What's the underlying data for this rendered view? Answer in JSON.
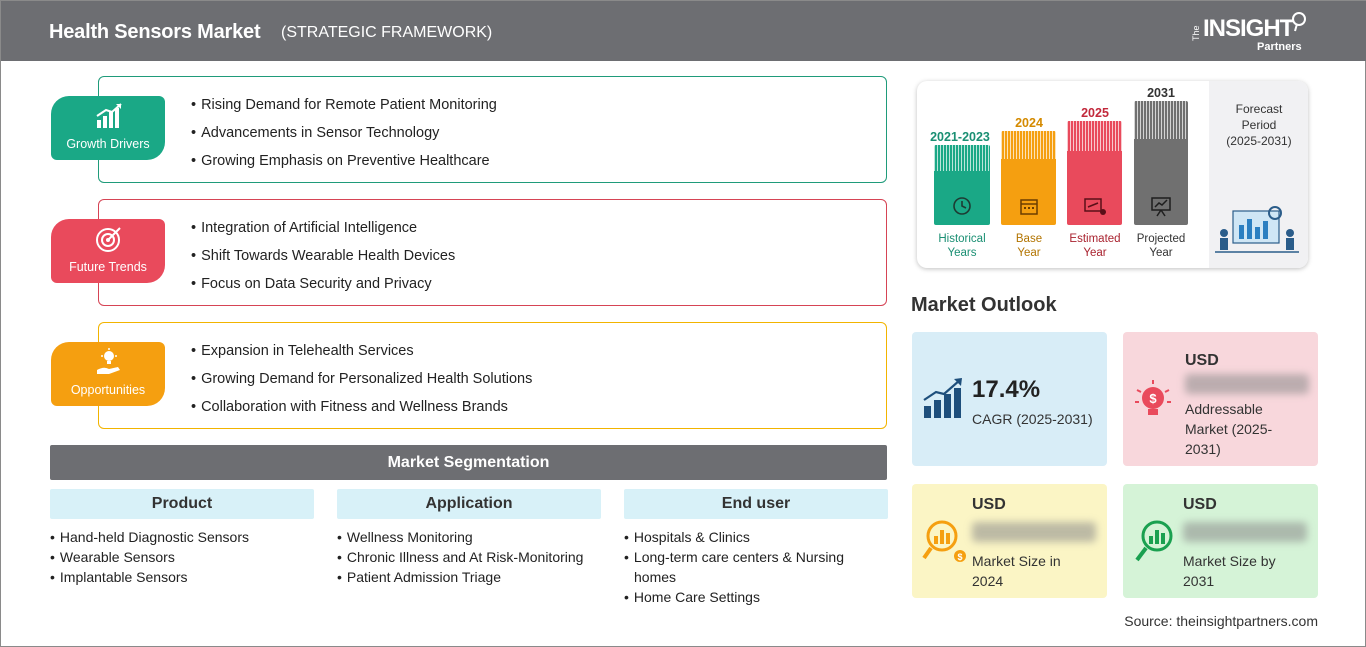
{
  "header": {
    "title": "Health Sensors Market",
    "subtitle": "(STRATEGIC FRAMEWORK)",
    "logo_the": "The",
    "logo_insight": "INSIGHT",
    "logo_partners": "Partners"
  },
  "framework": {
    "growth_drivers": {
      "label": "Growth Drivers",
      "color": "#1aa886",
      "icon": "growth-chart-icon",
      "items": [
        "Rising Demand for Remote Patient Monitoring",
        "Advancements in Sensor Technology",
        "Growing Emphasis on Preventive Healthcare"
      ]
    },
    "future_trends": {
      "label": "Future Trends",
      "color": "#e94a5c",
      "icon": "target-icon",
      "items": [
        "Integration of Artificial Intelligence",
        "Shift Towards Wearable Health Devices",
        "Focus on Data Security and Privacy"
      ]
    },
    "opportunities": {
      "label": "Opportunities",
      "color": "#f59f10",
      "icon": "lightbulb-hand-icon",
      "items": [
        "Expansion in Telehealth Services",
        "Growing Demand for Personalized Health Solutions",
        "Collaboration with Fitness and Wellness Brands"
      ]
    }
  },
  "segmentation": {
    "title": "Market Segmentation",
    "product": {
      "head": "Product",
      "items": [
        "Hand-held Diagnostic Sensors",
        "Wearable Sensors",
        "Implantable Sensors"
      ]
    },
    "application": {
      "head": "Application",
      "items": [
        "Wellness Monitoring",
        "Chronic Illness and At Risk-Monitoring",
        "Patient Admission Triage"
      ]
    },
    "end_user": {
      "head": "End user",
      "items": [
        "Hospitals & Clinics",
        "Long-term care centers & Nursing homes",
        "Home Care Settings"
      ]
    }
  },
  "timeline": {
    "historical": {
      "year": "2021-2023",
      "label1": "Historical",
      "label2": "Years",
      "color": "#1aa886"
    },
    "base": {
      "year": "2024",
      "label1": "Base",
      "label2": "Year",
      "color": "#f59f10"
    },
    "estimated": {
      "year": "2025",
      "label1": "Estimated",
      "label2": "Year",
      "color": "#e94a5c"
    },
    "projected": {
      "year": "2031",
      "label1": "Projected",
      "label2": "Year",
      "color": "#707070"
    },
    "forecast": {
      "line1": "Forecast",
      "line2": "Period",
      "line3": "(2025-2031)"
    }
  },
  "outlook": {
    "title": "Market Outlook",
    "cagr": {
      "value": "17.4%",
      "label": "CAGR (2025-2031)"
    },
    "addressable": {
      "currency": "USD",
      "label_l1": "Addressable",
      "label_l2": "Market (2025-",
      "label_l3": "2031)"
    },
    "size_2024": {
      "currency": "USD",
      "label_l1": "Market Size in",
      "label_l2": "2024"
    },
    "size_2031": {
      "currency": "USD",
      "label_l1": "Market Size by",
      "label_l2": "2031"
    }
  },
  "source": "Source: theinsightpartners.com"
}
